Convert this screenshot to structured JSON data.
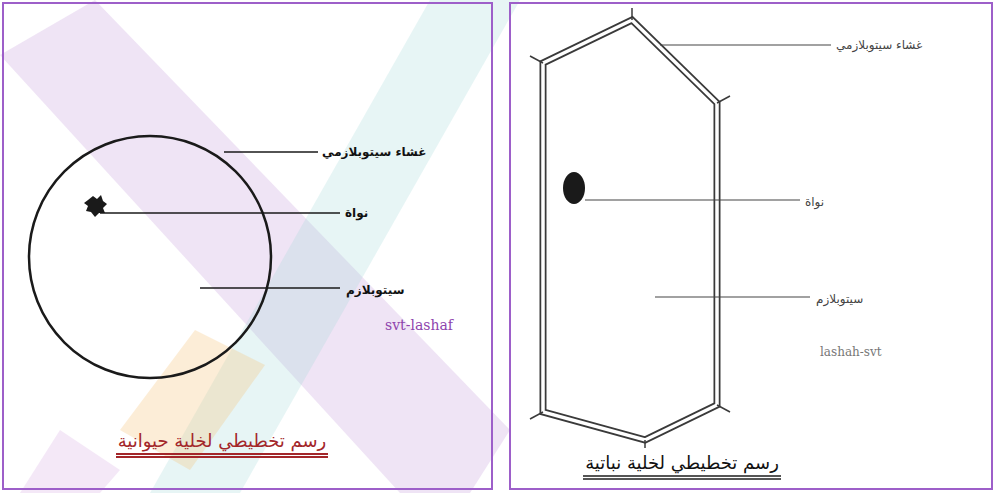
{
  "diagram": {
    "nodes": [
      {
        "text": [
          "رسم تخطيطي لخلية حيوانية"
        ]
      },
      {
        "text": [
          "رسم تخطيطي لخلية نباتية"
        ]
      }
    ],
    "labels": [
      "غشاء سيتوبلازمي",
      "نواة",
      "سيتوبلازم",
      "svt-lashaf",
      "غشاء سيتوبلازمي",
      "نواة",
      "سيتوبلازم",
      "lashah-svt"
    ]
  }
}
